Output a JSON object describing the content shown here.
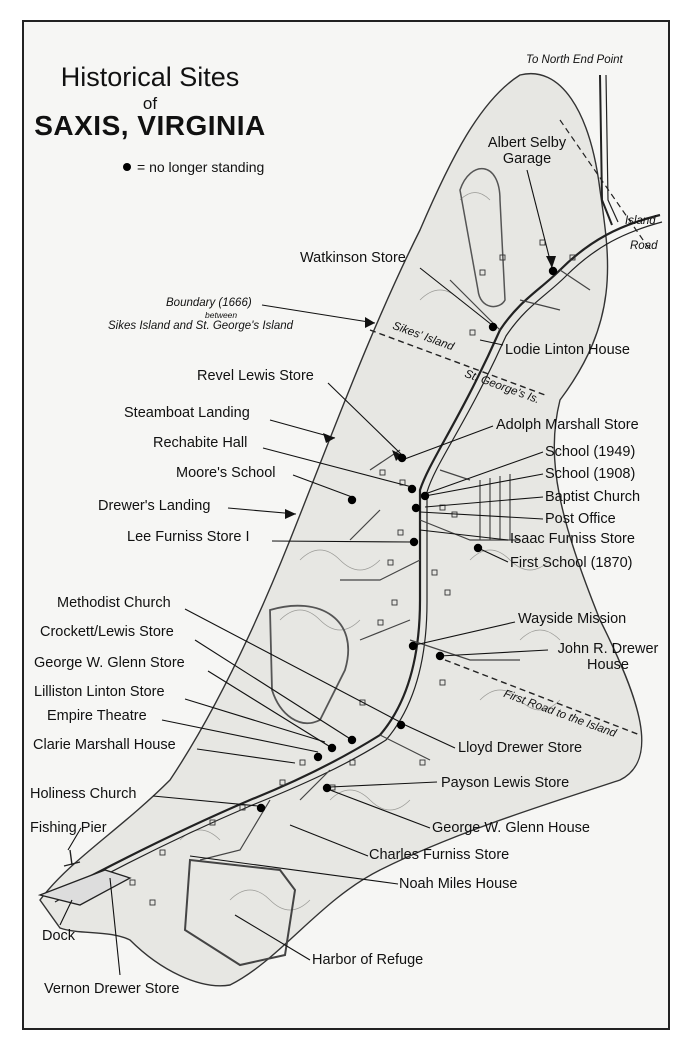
{
  "title": {
    "line1": "Historical Sites",
    "line2": "of",
    "line3": "SAXIS, VIRGINIA"
  },
  "legend": {
    "symbol": "dot",
    "text": "= no longer standing"
  },
  "labels": {
    "to_north_end_point": "To North End Point",
    "island_road_1": "Island",
    "island_road_2": "Road",
    "albert_selby_1": "Albert Selby",
    "albert_selby_2": "Garage",
    "watkinson_store": "Watkinson Store",
    "boundary_1": "Boundary (1666)",
    "boundary_2": "between",
    "boundary_3": "Sikes Island and St. George's Island",
    "sikes_island": "Sikes' Island",
    "st_georges_is": "St. George's Is.",
    "lodie_linton_house": "Lodie Linton House",
    "revel_lewis_store": "Revel Lewis Store",
    "steamboat_landing": "Steamboat Landing",
    "adolph_marshall_store": "Adolph Marshall Store",
    "rechabite_hall": "Rechabite Hall",
    "school_1949": "School (1949)",
    "moores_school": "Moore's School",
    "school_1908": "School (1908)",
    "baptist_church": "Baptist Church",
    "drewers_landing": "Drewer's Landing",
    "post_office": "Post Office",
    "lee_furniss_store": "Lee Furniss Store I",
    "isaac_furniss_store": "Isaac Furniss Store",
    "first_school": "First School (1870)",
    "methodist_church": "Methodist Church",
    "wayside_mission": "Wayside Mission",
    "crockett_lewis_store": "Crockett/Lewis Store",
    "john_drewer_1": "John R. Drewer",
    "john_drewer_2": "House",
    "george_glenn_store": "George W. Glenn Store",
    "first_road": "First Road to the Island",
    "lilliston_linton_store": "Lilliston Linton Store",
    "empire_theatre": "Empire Theatre",
    "lloyd_drewer_store": "Lloyd Drewer Store",
    "clarie_marshall_house": "Clarie Marshall House",
    "payson_lewis_store": "Payson Lewis Store",
    "holiness_church": "Holiness Church",
    "george_glenn_house": "George W. Glenn House",
    "fishing_pier": "Fishing Pier",
    "charles_furniss_store": "Charles Furniss Store",
    "noah_miles_house": "Noah Miles House",
    "dock": "Dock",
    "harbor_of_refuge": "Harbor of Refuge",
    "vernon_drewer_store": "Vernon Drewer Store"
  },
  "colors": {
    "ink": "#111111",
    "paper": "#f6f6f4",
    "land": "#e7e7e3"
  }
}
